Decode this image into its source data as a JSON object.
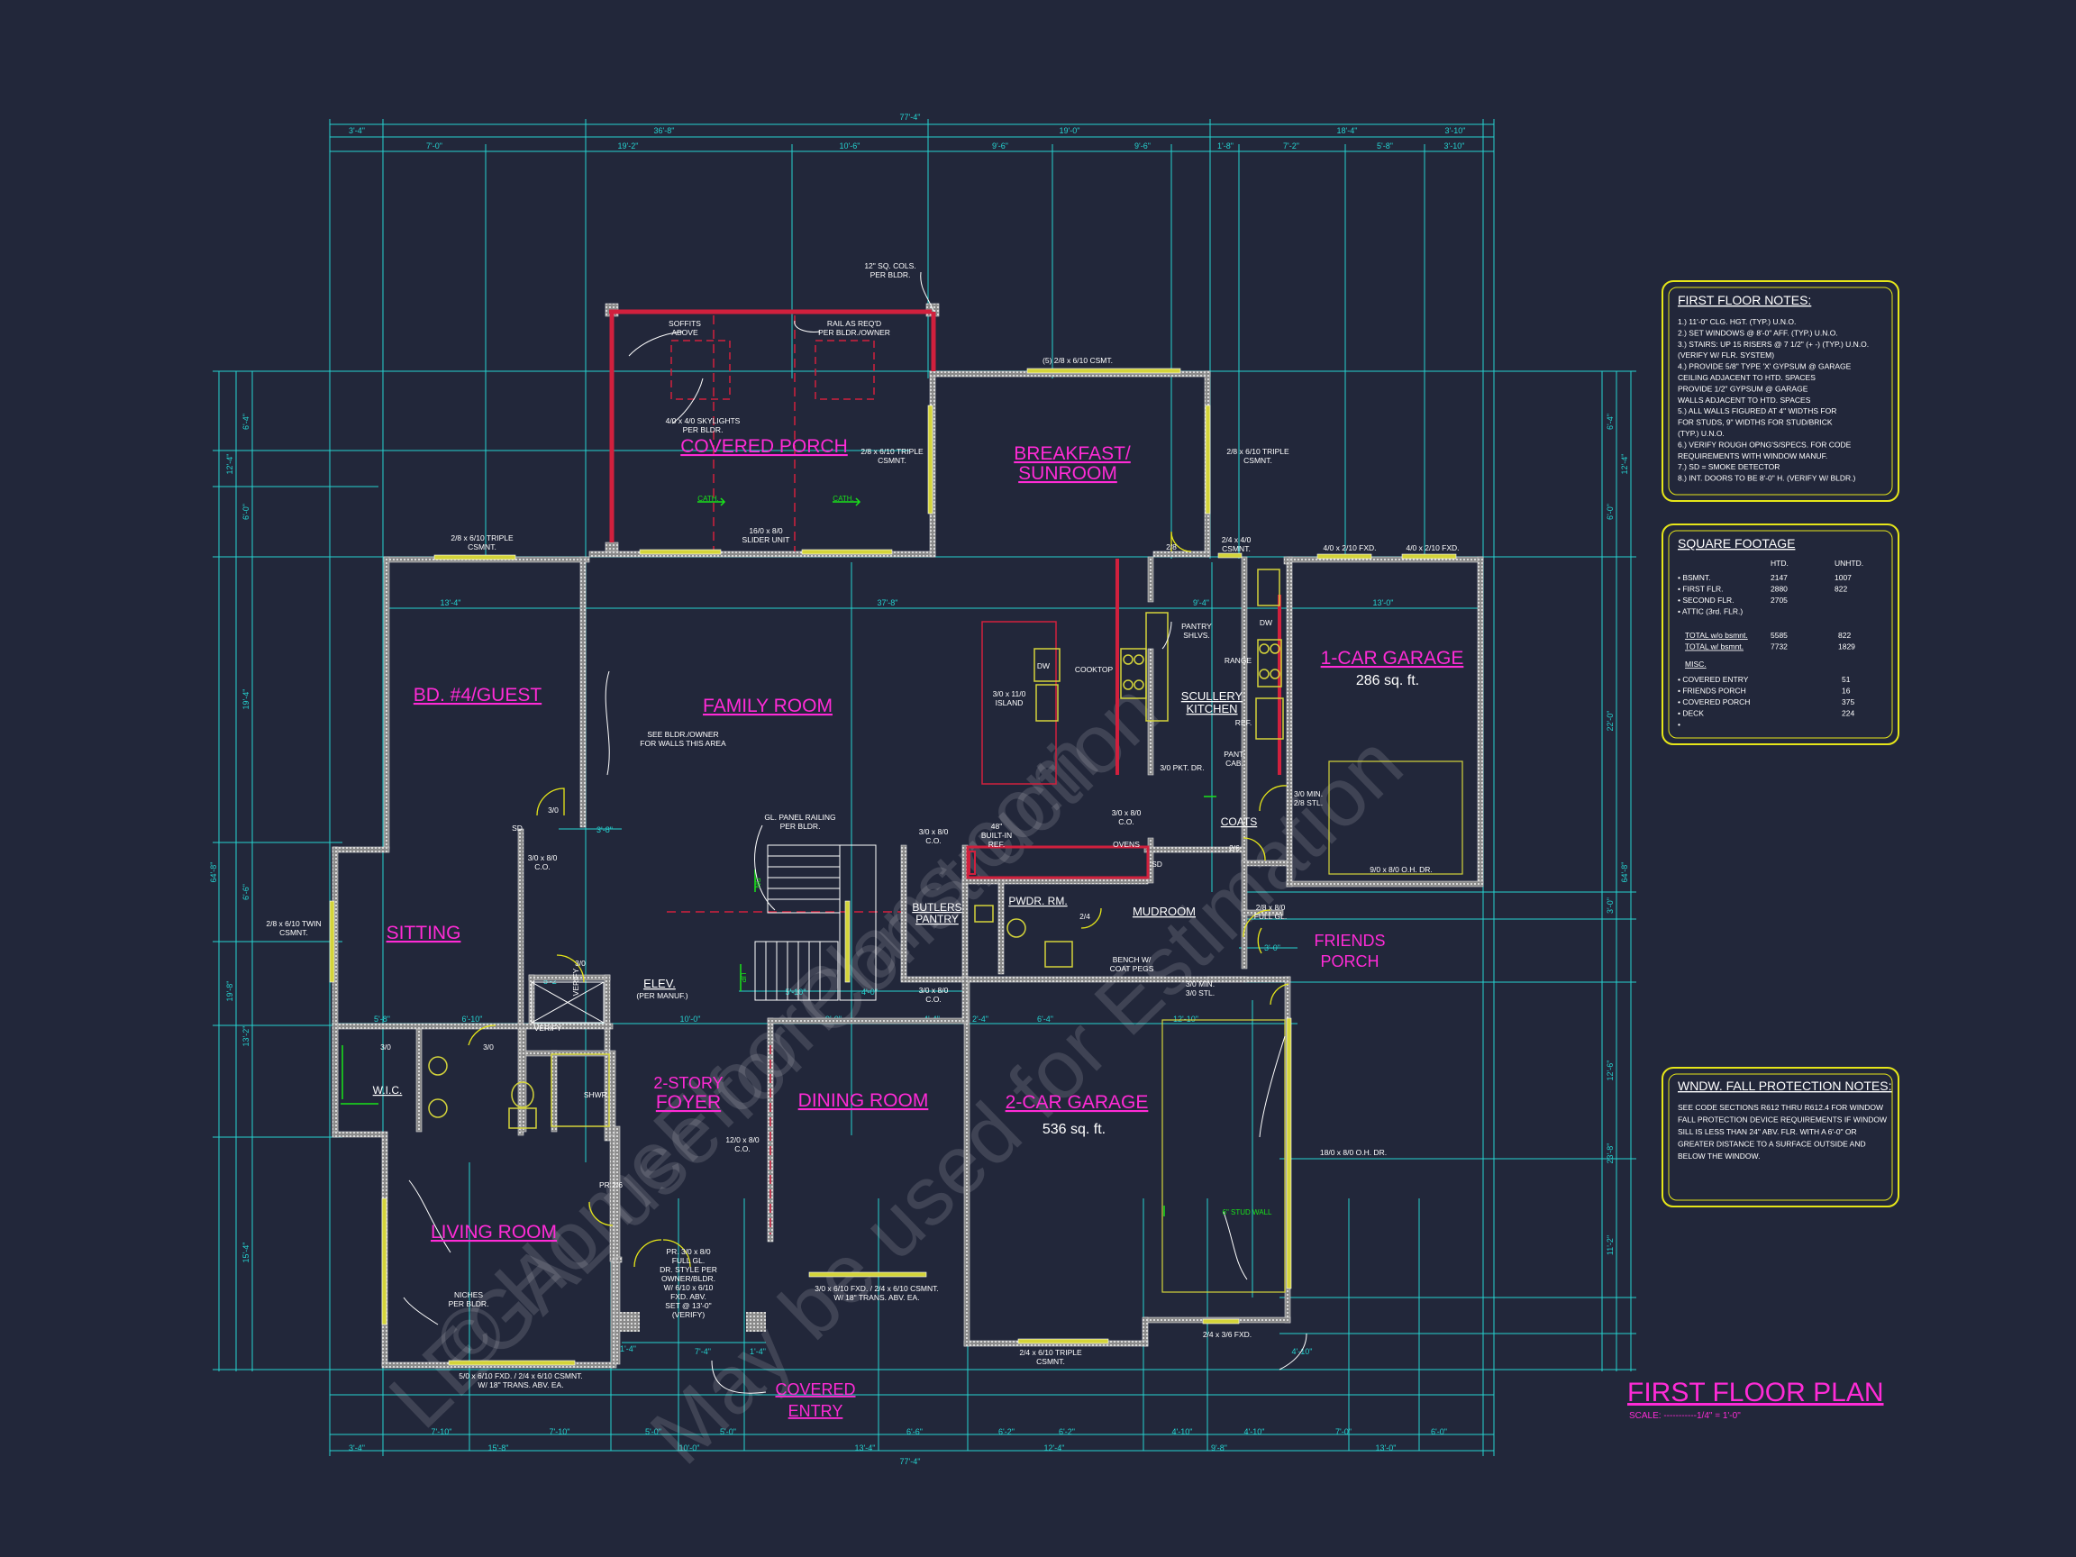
{
  "title": {
    "main": "FIRST FLOOR PLAN",
    "scale": "SCALE: -----------1/4\" = 1'-0\""
  },
  "rooms": {
    "covered_porch": "COVERED PORCH",
    "breakfast_1": "BREAKFAST/",
    "breakfast_2": "SUNROOM",
    "bd4": "BD. #4/GUEST",
    "family": "FAMILY ROOM",
    "sitting": "SITTING",
    "one_car": "1-CAR GARAGE",
    "one_car_area": "286 sq. ft.",
    "scullery_1": "SCULLERY",
    "scullery_2": "KITCHEN",
    "coats": "COATS",
    "butlers_1": "BUTLERS",
    "butlers_2": "PANTRY",
    "pwdr": "PWDR. RM.",
    "mudroom": "MUDROOM",
    "friends_1": "FRIENDS",
    "friends_2": "PORCH",
    "elev": "ELEV.",
    "elev_note": "(PER MANUF.)",
    "foyer_1": "2-STORY",
    "foyer_2": "FOYER",
    "dining": "DINING ROOM",
    "two_car": "2-CAR GARAGE",
    "two_car_area": "536 sq. ft.",
    "wic": "W.I.C.",
    "living": "LIVING ROOM",
    "entry_1": "COVERED",
    "entry_2": "ENTRY"
  },
  "dims": {
    "top_total": "77'-4\"",
    "top_a": [
      "3'-4\"",
      "36'-8\"",
      "19'-0\"",
      "18'-4\"",
      "3'-10\""
    ],
    "top_b": [
      "7'-0\"",
      "19'-2\"",
      "10'-6\"",
      "9'-6\"",
      "9'-6\"",
      "1'-8\"",
      "7'-2\"",
      "5'-8\"",
      "3'-10\""
    ],
    "bottom_a": [
      "7'-10\"",
      "7'-10\"",
      "5'-0\"",
      "5'-0\"",
      "6'-6\"",
      "6'-2\"",
      "6'-2\"",
      "4'-10\"",
      "4'-10\"",
      "7'-0\"",
      "6'-0\""
    ],
    "bottom_b": [
      "3'-4\"",
      "15'-8\"",
      "10'-0\"",
      "13'-4\"",
      "12'-4\"",
      "9'-8\"",
      "13'-0\""
    ],
    "bottom_total": "77'-4\"",
    "left_a": [
      "6'-4\"",
      "6'-0\"",
      "19'-4\"",
      "6'-6\"",
      "13'-2\"",
      "15'-4\""
    ],
    "left_b": [
      "12'-4\"",
      "19'-8\"",
      "64'-8\""
    ],
    "right_a": [
      "6'-4\"",
      "6'-0\"",
      "22'-0\"",
      "3'-0\"",
      "12'-6\"",
      "23'-8\"",
      "11'-2\""
    ],
    "right_b": [
      "12'-4\"",
      "64'-8\""
    ],
    "interior": [
      "13'-4\"",
      "37'-8\"",
      "13'-0\"",
      "9'-4\"",
      "3'-8\"",
      "5'-10\"",
      "4'-0\"",
      "6'-10\"",
      "10'-0\"",
      "9'-0\"",
      "4'-4\"",
      "2'-4\"",
      "6'-4\"",
      "12'-10\"",
      "5'-8\"",
      "3'-0\"",
      "5'-2\"",
      "7'-4\"",
      "1'-4\"",
      "1'-4\"",
      "4'-10\""
    ]
  },
  "annotations": {
    "cols": [
      "12\" SQ. COLS.",
      "PER BLDR."
    ],
    "soffits": [
      "SOFFITS",
      "ABOVE"
    ],
    "rail": [
      "RAIL AS REQ'D",
      "PER BLDR./OWNER"
    ],
    "skylights": [
      "4/0 x 4/0 SKYLIGHTS",
      "PER BLDR."
    ],
    "cath1": "CATH.",
    "cath2": "CATH.",
    "slider": [
      "16/0 x 8/0",
      "SLIDER UNIT"
    ],
    "csmnt_top": "(5) 2/8 x 6/10 CSMT.",
    "trip_porch": [
      "2/8 x 6/10 TRIPLE",
      "CSMNT."
    ],
    "trip_bfast": [
      "2/8 x 6/10 TRIPLE",
      "CSMNT."
    ],
    "trip_bd4": [
      "2/8 x 6/10 TRIPLE",
      "CSMNT."
    ],
    "csmnt_kit": [
      "2/4 x 4/0",
      "CSMNT."
    ],
    "fxd_1": "4/0 x 2/10 FXD.",
    "fxd_2": "4/0 x 2/10 FXD.",
    "door_28": "2/8",
    "pantry": [
      "PANTRY",
      "SHLVS."
    ],
    "dw": "DW",
    "cooktop": "COOKTOP",
    "island": [
      "3/0 x 11/0",
      "ISLAND"
    ],
    "range": "RANGE",
    "ref": "REF.",
    "dw2": "DW",
    "pant_cab": [
      "PANT.",
      "CAB."
    ],
    "pkt": "3/0 PKT. DR.",
    "min_stl": [
      "3/0 MIN.",
      "2/8 STL."
    ],
    "garage_dr": "9/0 x 8/0 O.H. DR.",
    "walls": [
      "SEE BLDR./OWNER",
      "FOR WALLS THIS AREA"
    ],
    "gl_panel": [
      "GL. PANEL RAILING",
      "PER BLDR."
    ],
    "door_30a": "3/0",
    "co_30": [
      "3/0 x 8/0",
      "C.O."
    ],
    "sd": "SD",
    "co_stair": [
      "3/0 x 8/0",
      "C.O."
    ],
    "builtin": [
      "48\"",
      "BUILT-IN",
      "REF."
    ],
    "co_mid": [
      "3/0 x 8/0",
      "C.O."
    ],
    "ovens": "OVENS",
    "door_24a": "2/4",
    "door_26": "2/6",
    "pr_fullgl": [
      "2/8 x 8/0",
      "FULL GL."
    ],
    "bench": [
      "BENCH W/",
      "COAT PEGS"
    ],
    "min_stl2": [
      "3/0 MIN.",
      "3/0 STL."
    ],
    "co_butler": [
      "3/0 x 8/0",
      "C.O."
    ],
    "twin": [
      "2/8 x 6/10 TWIN",
      "CSMNT."
    ],
    "dn": "DN",
    "up": "UP",
    "verify": "VERIFY",
    "vrfy": "VERIFY",
    "door_30b": "3/0",
    "door_30c": "3/0",
    "door_30d": "3/0",
    "shwr": "SHWR.",
    "co_foyer": [
      "12/0 x 8/0",
      "C.O."
    ],
    "pr26": "PR 2/6",
    "front_door": [
      "PR. 3/0 x 8/0",
      "FULL GL.",
      "DR. STYLE PER",
      "OWNER/BLDR.",
      "W/ 6/10 x 6/10",
      "FXD. ABV.",
      "SET @ 13'-0\"",
      "(VERIFY)"
    ],
    "dining_win": [
      "3/0 x 6/10 FXD. / 2/4 x 6/10 CSMNT.",
      "W/ 18\" TRANS. ABV. EA."
    ],
    "living_win": [
      "5/0 x 6/10 FXD. / 2/4 x 6/10 CSMNT.",
      "W/ 18\" TRANS. ABV. EA."
    ],
    "niches": [
      "NICHES",
      "PER BLDR."
    ],
    "stud_wall": "6\" STUD WALL",
    "garage_dr2": "18/0 x 8/0 O.H. DR.",
    "trip_garage": [
      "2/4 x 6/10 TRIPLE",
      "CSMNT."
    ],
    "fxd_garage": "2/4 x 3/6 FXD."
  },
  "notes_first": {
    "title": "FIRST FLOOR NOTES:",
    "lines": [
      "1.) 11'-0\" CLG. HGT. (TYP.) U.N.O.",
      "2.) SET WINDOWS @ 8'-0\" AFF. (TYP.) U.N.O.",
      "3.) STAIRS: UP 15 RISERS @ 7 1/2\" (+ -) (TYP.) U.N.O.",
      "     (VERIFY W/ FLR. SYSTEM)",
      "4.) PROVIDE 5/8\" TYPE 'X' GYPSUM @ GARAGE",
      "     CEILING ADJACENT TO HTD. SPACES",
      "     PROVIDE 1/2\" GYPSUM @ GARAGE",
      "     WALLS ADJACENT TO HTD. SPACES",
      "5.) ALL WALLS FIGURED AT 4\" WIDTHS FOR",
      "     FOR STUDS, 9\" WIDTHS FOR STUD/BRICK",
      "     (TYP.) U.N.O.",
      "6.) VERIFY ROUGH OPNG'S/SPECS. FOR CODE",
      "     REQUIREMENTS WITH WINDOW MANUF.",
      "7.) SD = SMOKE DETECTOR",
      "8.) INT. DOORS TO BE 8'-0\" H. (VERIFY W/ BLDR.)"
    ]
  },
  "square_footage": {
    "title": "SQUARE FOOTAGE",
    "col_htd": "HTD.",
    "col_unhtd": "UNHTD.",
    "rows": [
      {
        "label": "• BSMNT.",
        "htd": "2147",
        "unhtd": "1007"
      },
      {
        "label": "• FIRST FLR.",
        "htd": "2880",
        "unhtd": "822"
      },
      {
        "label": "• SECOND FLR.",
        "htd": "2705",
        "unhtd": ""
      },
      {
        "label": "• ATTIC (3rd. FLR.)",
        "htd": "",
        "unhtd": ""
      }
    ],
    "totals": [
      {
        "label": "TOTAL w/o bsmnt.",
        "htd": "5585",
        "unhtd": "822"
      },
      {
        "label": "TOTAL w/ bsmnt.",
        "htd": "7732",
        "unhtd": "1829"
      }
    ],
    "misc_title": "MISC.",
    "misc": [
      {
        "label": "• COVERED ENTRY",
        "unhtd": "51"
      },
      {
        "label": "• FRIENDS PORCH",
        "unhtd": "16"
      },
      {
        "label": "• COVERED PORCH",
        "unhtd": "375"
      },
      {
        "label": "• DECK",
        "unhtd": "224"
      },
      {
        "label": "•",
        "unhtd": ""
      }
    ]
  },
  "fall_notes": {
    "title": "WNDW. FALL PROTECTION NOTES:",
    "lines": [
      "SEE CODE SECTIONS R612 THRU R612.4 FOR WINDOW",
      "FALL PROTECTION DEVICE REQUIREMENTS IF WINDOW",
      "SILL IS LESS THAN 24\" ABV. FLR. WITH A 6'-0\" OR",
      "GREATER DISTANCE TO A SURFACE OUTSIDE AND",
      "BELOW THE WINDOW."
    ]
  },
  "watermark": {
    "w1": "© HomeFloorPlans.com",
    "w2": "LEGAL use for Construction",
    "w3": "May be used for Estimation"
  },
  "colors": {
    "background": "#22273a",
    "dimension": "#25d3d0",
    "room_label": "#ff2bd6",
    "note_border": "#e6e619",
    "wall": "#c8c8c8",
    "window": "#d4d43a",
    "porch_rail": "#d1203d",
    "green_mark": "#19e419"
  }
}
